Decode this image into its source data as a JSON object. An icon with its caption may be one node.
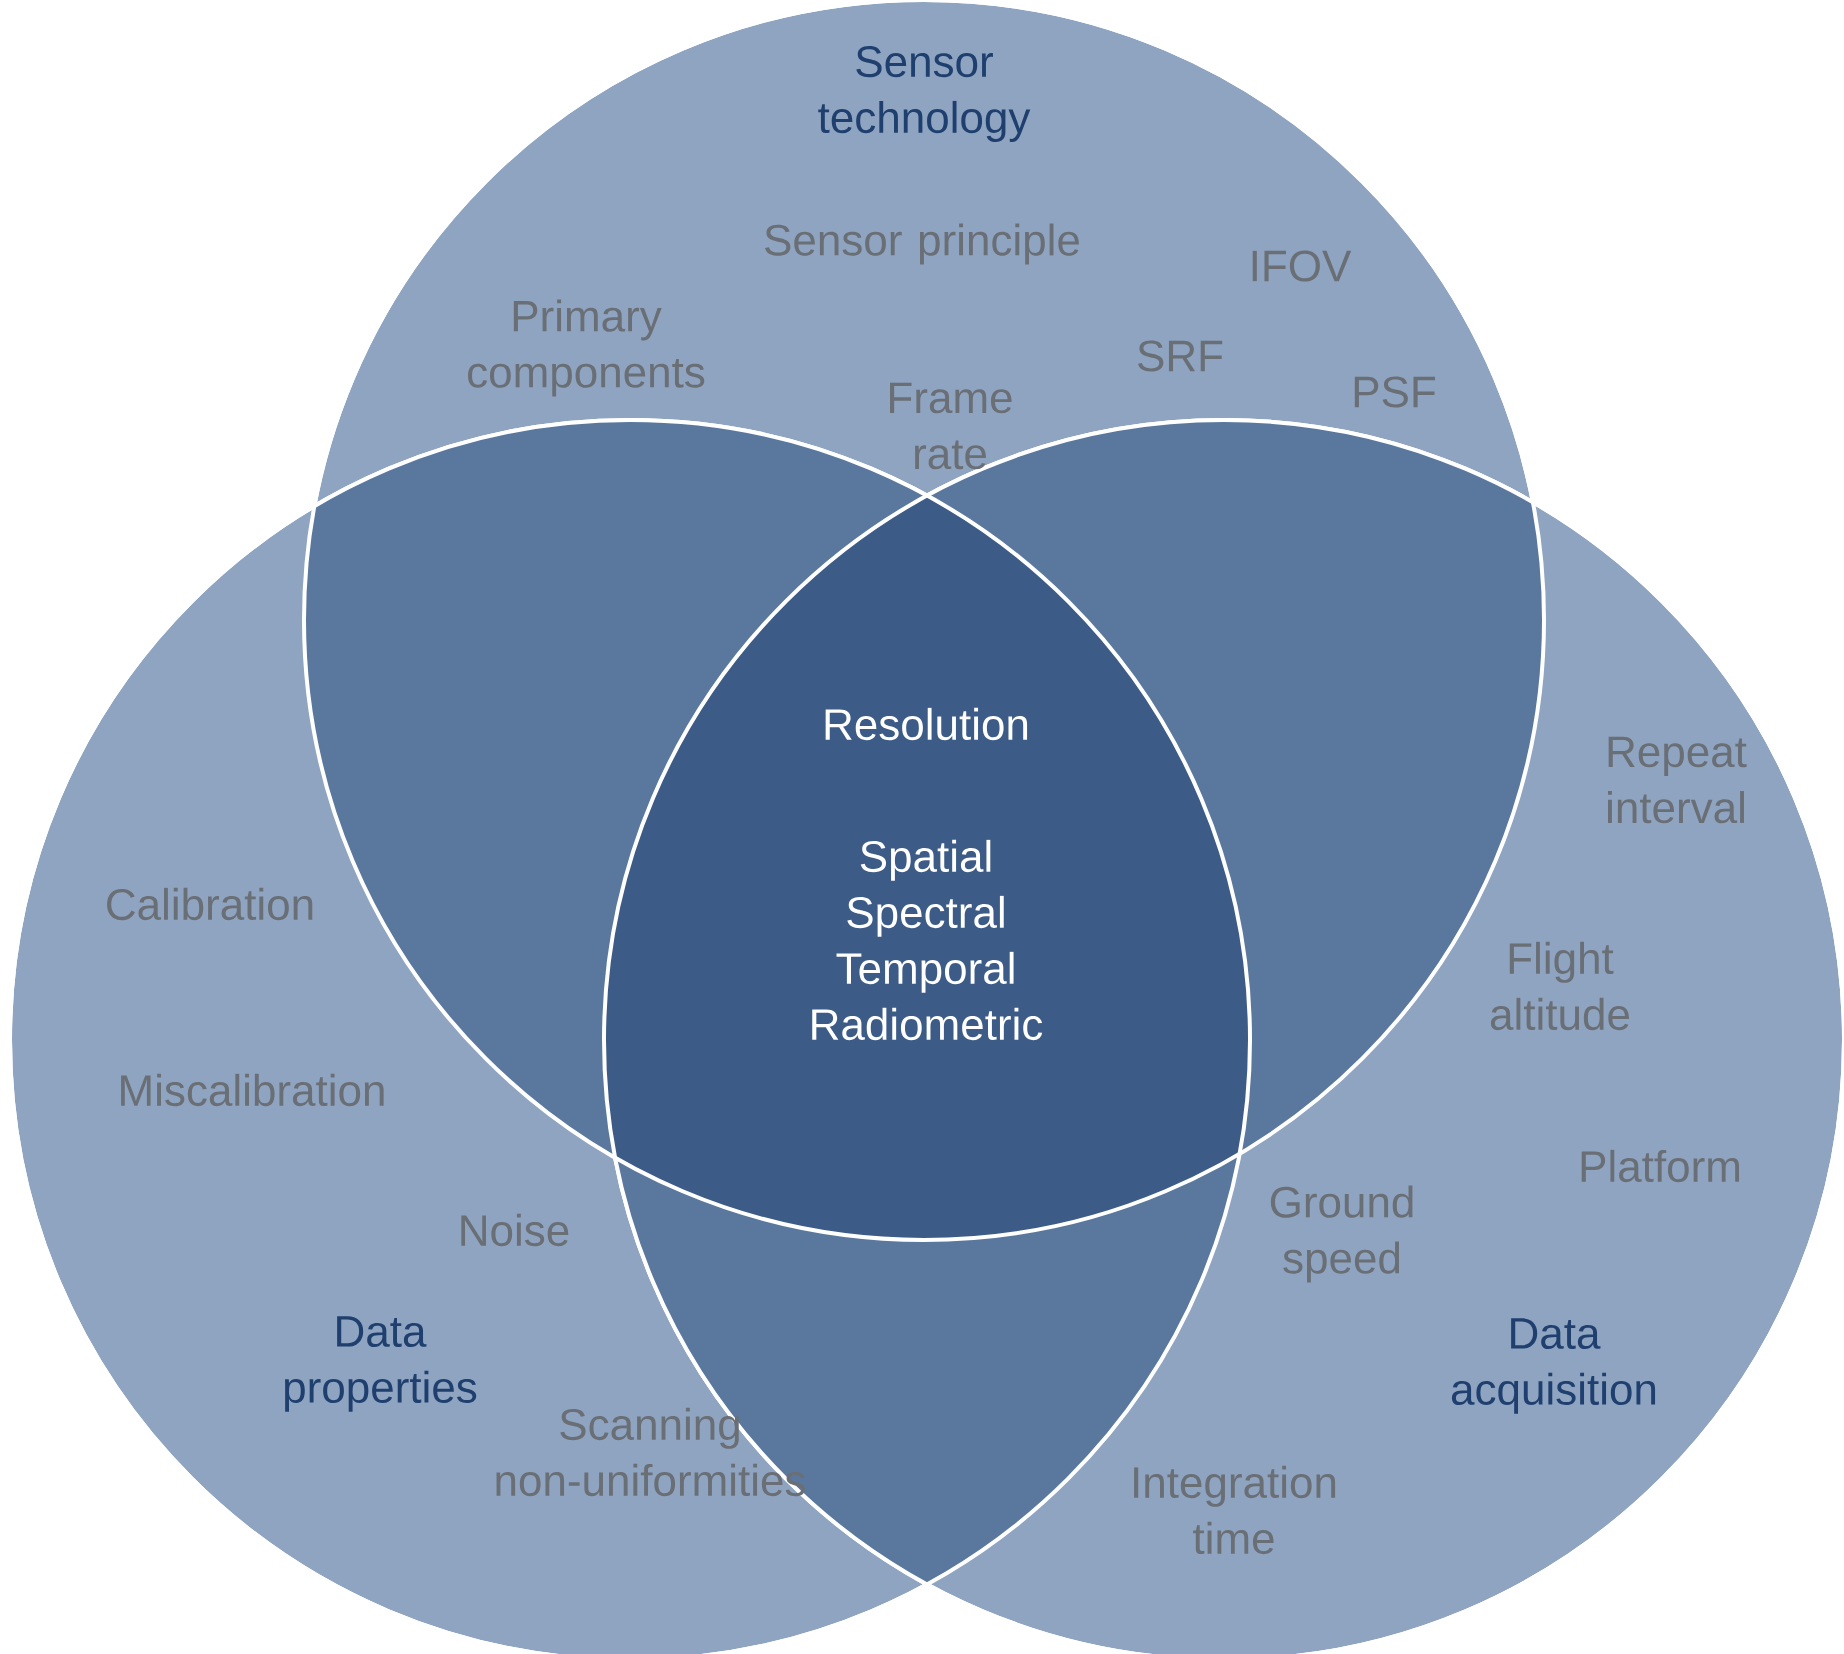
{
  "diagram": {
    "nodes": [
      {
        "text": [
          "Sensor technology",
          "Sensor principle",
          "IFOV",
          "Primary components",
          "Frame rate",
          "SRF",
          "PSF"
        ]
      },
      {
        "text": [
          "Data properties",
          "Calibration",
          "Miscalibration",
          "Noise",
          "Scanning non-uniformities"
        ]
      },
      {
        "text": [
          "Data acquisition",
          "Repeat interval",
          "Flight altitude",
          "Platform",
          "Ground speed",
          "Integration time"
        ]
      },
      {
        "text": [
          "Resolution",
          "Spatial Spectral Temporal Radiometric"
        ]
      }
    ]
  }
}
